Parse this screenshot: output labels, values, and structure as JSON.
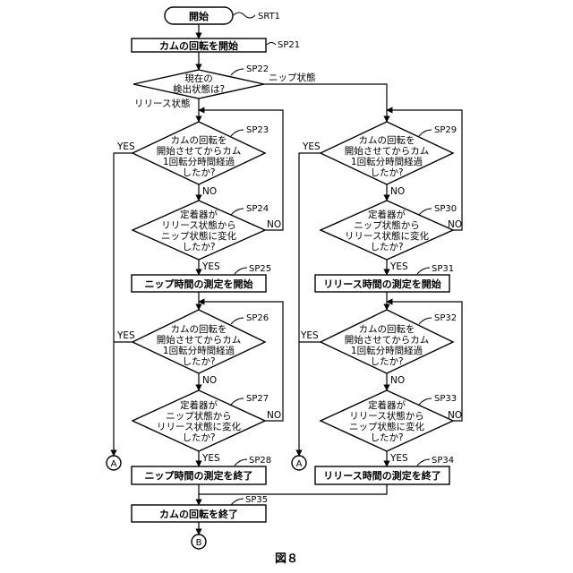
{
  "figure": {
    "caption": "図８"
  },
  "start": {
    "label": "開始",
    "ref": "SRT1"
  },
  "sp21": {
    "label": "カムの回転を開始",
    "ref": "SP21"
  },
  "sp22": {
    "line1": "現在の",
    "line2": "検出状態は?",
    "ref": "SP22",
    "branch_nip": "ニップ状態",
    "branch_release": "リリース状態"
  },
  "sp23": {
    "line1": "カムの回転を",
    "line2": "開始させてからカム",
    "line3": "1回転分時間経過",
    "line4": "したか?",
    "ref": "SP23",
    "yes": "YES",
    "no": "NO"
  },
  "sp24": {
    "line1": "定着器が",
    "line2": "リリース状態から",
    "line3": "ニップ状態に変化",
    "line4": "したか?",
    "ref": "SP24",
    "yes": "YES",
    "no": "NO"
  },
  "sp25": {
    "label": "ニップ時間の測定を開始",
    "ref": "SP25"
  },
  "sp26": {
    "line1": "カムの回転を",
    "line2": "開始させてからカム",
    "line3": "1回転分時間経過",
    "line4": "したか?",
    "ref": "SP26",
    "yes": "YES",
    "no": "NO"
  },
  "sp27": {
    "line1": "定着器が",
    "line2": "ニップ状態から",
    "line3": "リリース状態に変化",
    "line4": "したか?",
    "ref": "SP27",
    "yes": "YES",
    "no": "NO"
  },
  "sp28": {
    "label": "ニップ時間の測定を終了",
    "ref": "SP28"
  },
  "sp29": {
    "line1": "カムの回転を",
    "line2": "開始させてからカム",
    "line3": "1回転分時間経過",
    "line4": "したか?",
    "ref": "SP29",
    "yes": "YES",
    "no": "NO"
  },
  "sp30": {
    "line1": "定着器が",
    "line2": "ニップ状態から",
    "line3": "リリース状態に変化",
    "line4": "したか?",
    "ref": "SP30",
    "yes": "YES",
    "no": "NO"
  },
  "sp31": {
    "label": "リリース時間の測定を開始",
    "ref": "SP31"
  },
  "sp32": {
    "line1": "カムの回転を",
    "line2": "開始させてからカム",
    "line3": "1回転分時間経過",
    "line4": "したか?",
    "ref": "SP32",
    "yes": "YES",
    "no": "NO"
  },
  "sp33": {
    "line1": "定着器が",
    "line2": "リリース状態から",
    "line3": "ニップ状態に変化",
    "line4": "したか?",
    "ref": "SP33",
    "yes": "YES",
    "no": "NO"
  },
  "sp34": {
    "label": "リリース時間の測定を終了",
    "ref": "SP34"
  },
  "sp35": {
    "label": "カムの回転を終了",
    "ref": "SP35"
  },
  "connectors": {
    "a": "A",
    "b": "B"
  }
}
